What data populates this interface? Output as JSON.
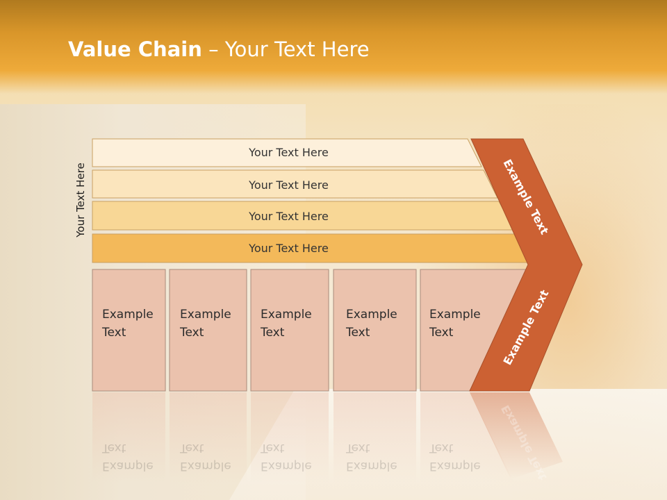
{
  "title": {
    "bold": "Value Chain",
    "rest": " – Your Text Here"
  },
  "side_label": "Your Text Here",
  "bars": [
    {
      "label": "Your Text Here"
    },
    {
      "label": "Your Text Here"
    },
    {
      "label": "Your Text Here"
    },
    {
      "label": "Your Text Here"
    }
  ],
  "boxes": [
    {
      "line1": "Example",
      "line2": "Text"
    },
    {
      "line1": "Example",
      "line2": "Text"
    },
    {
      "line1": "Example",
      "line2": "Text"
    },
    {
      "line1": "Example",
      "line2": "Text"
    },
    {
      "line1": "Example",
      "line2": "Text"
    }
  ],
  "chevron": {
    "upper": "Example Text",
    "lower": "Example Text"
  },
  "colors": {
    "bar1": "#fdf0db",
    "bar2": "#fbe5bd",
    "bar3": "#f8d796",
    "bar4": "#f3b95a",
    "box": "#ebc2ad",
    "chevron": "#cc6133"
  }
}
